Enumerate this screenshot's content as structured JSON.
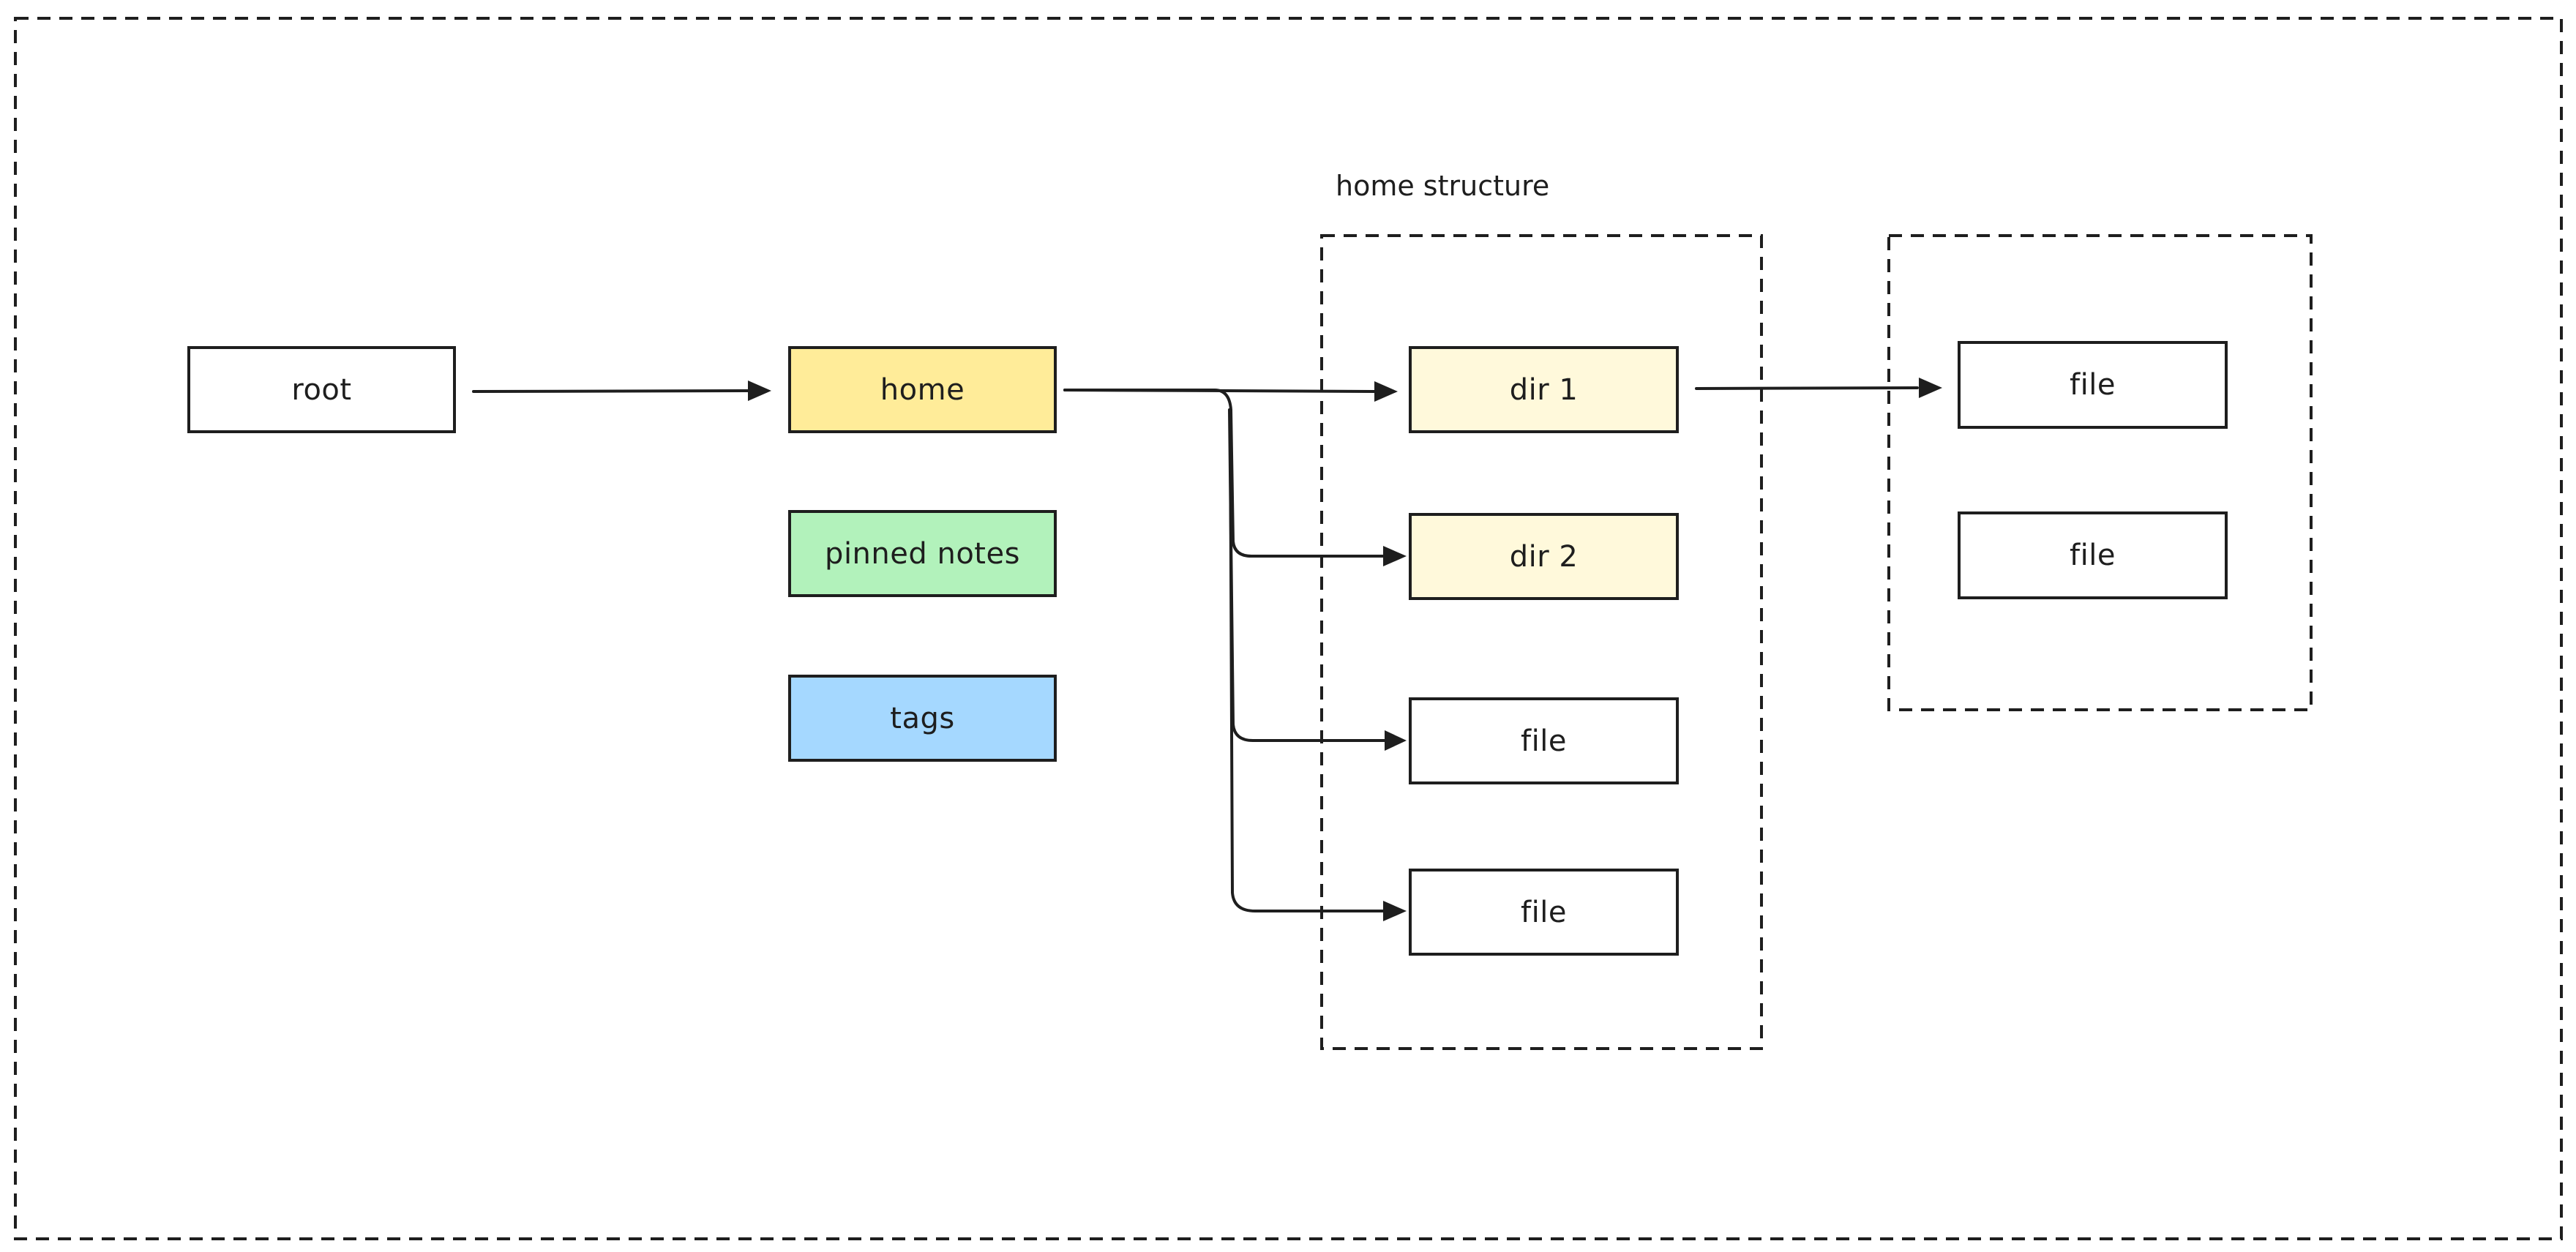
{
  "diagram": {
    "group_label": "home structure",
    "nodes": {
      "root": {
        "label": "root",
        "fill": "#ffffff"
      },
      "home": {
        "label": "home",
        "fill": "#ffec99"
      },
      "pinned": {
        "label": "pinned notes",
        "fill": "#b2f2bb"
      },
      "tags": {
        "label": "tags",
        "fill": "#a5d8ff"
      },
      "dir1": {
        "label": "dir 1",
        "fill": "#fff9db"
      },
      "dir2": {
        "label": "dir 2",
        "fill": "#fff9db"
      },
      "file1": {
        "label": "file",
        "fill": "#ffffff"
      },
      "file2": {
        "label": "file",
        "fill": "#ffffff"
      },
      "file3": {
        "label": "file",
        "fill": "#ffffff"
      },
      "file4": {
        "label": "file",
        "fill": "#ffffff"
      }
    },
    "edges": [
      {
        "from": "root",
        "to": "home"
      },
      {
        "from": "home",
        "to": "dir1"
      },
      {
        "from": "home",
        "to": "dir2"
      },
      {
        "from": "home",
        "to": "file1"
      },
      {
        "from": "home",
        "to": "file2"
      },
      {
        "from": "dir1",
        "to": "file3"
      }
    ],
    "colors": {
      "stroke": "#1e1e1e",
      "background": "#ffffff"
    }
  }
}
